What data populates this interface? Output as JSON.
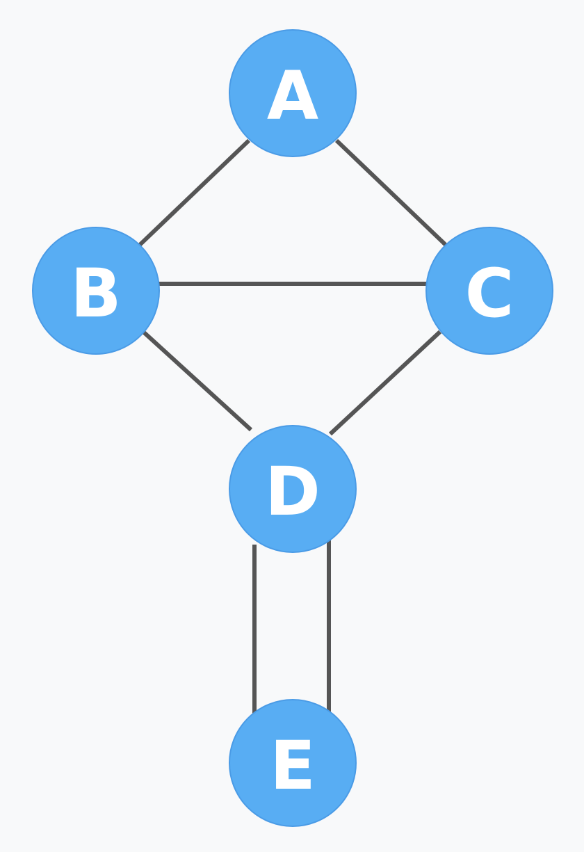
{
  "diagram": {
    "type": "undirected-multigraph",
    "nodes": [
      {
        "id": "A",
        "label": "A"
      },
      {
        "id": "B",
        "label": "B"
      },
      {
        "id": "C",
        "label": "C"
      },
      {
        "id": "D",
        "label": "D"
      },
      {
        "id": "E",
        "label": "E"
      }
    ],
    "edges": [
      {
        "from": "A",
        "to": "B"
      },
      {
        "from": "A",
        "to": "C"
      },
      {
        "from": "B",
        "to": "C"
      },
      {
        "from": "B",
        "to": "D"
      },
      {
        "from": "C",
        "to": "D"
      },
      {
        "from": "D",
        "to": "E"
      },
      {
        "from": "D",
        "to": "E"
      }
    ]
  },
  "colors": {
    "background": "#f8f9fa",
    "node_fill": "#58adf3",
    "node_label": "#ffffff",
    "edge": "#555555"
  }
}
